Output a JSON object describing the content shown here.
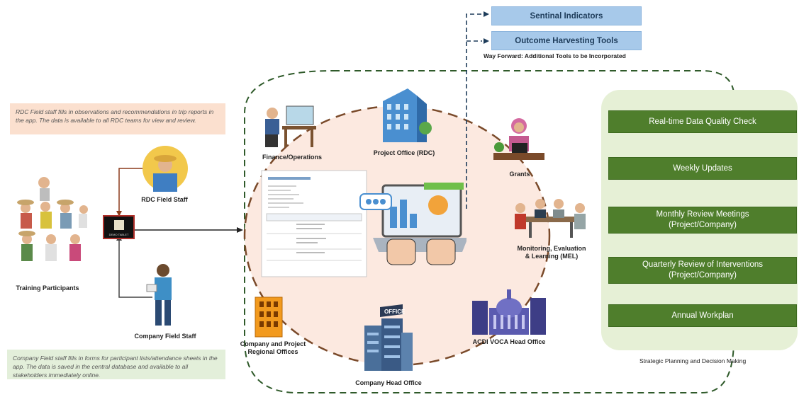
{
  "notes": {
    "rdc_field": "RDC Field staff fills in observations and recommendations in trip reports in the app. The data is available to all RDC teams for view and review.",
    "company_field": "Company Field staff fills in forms for participant lists/attendance sheets in the app. The data is saved in the central database and available to all stakeholders immediately online."
  },
  "actors": {
    "training_participants": "Training Participants",
    "rdc_field_staff": "RDC Field Staff",
    "company_field_staff": "Company Field Staff",
    "app_label": "DEMO TABLET"
  },
  "nodes": {
    "finance": "Finance/Operations",
    "project_office": "Project Office (RDC)",
    "grants": "Grants",
    "mel": "Monitoring, Evaluation\n& Learning (MEL)",
    "acdi_voca": "ACDI VOCA Head Office",
    "company_head": "Company Head Office",
    "regional": "Company and Project\nRegional Offices",
    "office_sign": "OFFICE"
  },
  "way_forward": {
    "tools": [
      "Sentinal Indicators",
      "Outcome Harvesting Tools"
    ],
    "caption": "Way Forward: Additional Tools to be Incorporated"
  },
  "decision_steps": [
    "Real-time Data Quality  Check",
    "Weekly Updates",
    "Monthly Review Meetings\n(Project/Company)",
    "Quarterly Review of Interventions\n(Project/Company)",
    "Annual Workplan"
  ],
  "decision_caption": "Strategic Planning and Decision Making",
  "colors": {
    "green_button": "#4f7e2c",
    "side_panel": "#e6f0d6",
    "blue_button": "#a7c9ea",
    "circle_fill": "#fce9e0",
    "circle_border": "#7a4a2a",
    "outer_dash": "#2f5a2a",
    "connector": "#8b3a1a"
  }
}
